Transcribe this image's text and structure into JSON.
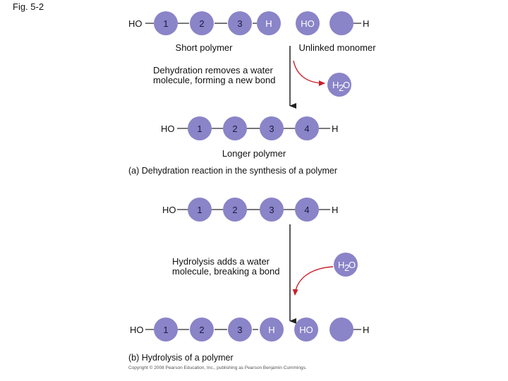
{
  "figure_label": "Fig. 5-2",
  "colors": {
    "monomer": "#8a84c8",
    "bond": "#222222",
    "arrow": "#c8202a",
    "text": "#111111"
  },
  "panel_a": {
    "top": {
      "polymer": {
        "ho": "HO",
        "units": [
          "1",
          "2",
          "3"
        ],
        "h": "H",
        "label": "Short polymer"
      },
      "monomer": {
        "ho": "HO",
        "h": "H",
        "label": "Unlinked monomer"
      }
    },
    "process_text": [
      "Dehydration removes a water",
      "molecule, forming a new bond"
    ],
    "water": {
      "h": "H",
      "sub": "2",
      "o": "O"
    },
    "result": {
      "ho": "HO",
      "units": [
        "1",
        "2",
        "3",
        "4"
      ],
      "h": "H",
      "label": "Longer polymer"
    },
    "caption": "(a) Dehydration reaction in the synthesis of a polymer"
  },
  "panel_b": {
    "start": {
      "ho": "HO",
      "units": [
        "1",
        "2",
        "3",
        "4"
      ],
      "h": "H"
    },
    "process_text": [
      "Hydrolysis adds a water",
      "molecule, breaking a bond"
    ],
    "water": {
      "h": "H",
      "sub": "2",
      "o": "O"
    },
    "result": {
      "polymer": {
        "ho": "HO",
        "units": [
          "1",
          "2",
          "3"
        ],
        "h": "H"
      },
      "monomer": {
        "ho": "HO",
        "h": "H"
      }
    },
    "caption": "(b) Hydrolysis of a polymer"
  },
  "copyright": "Copyright © 2008 Pearson Education, Inc., publishing as Pearson Benjamin Cummings."
}
